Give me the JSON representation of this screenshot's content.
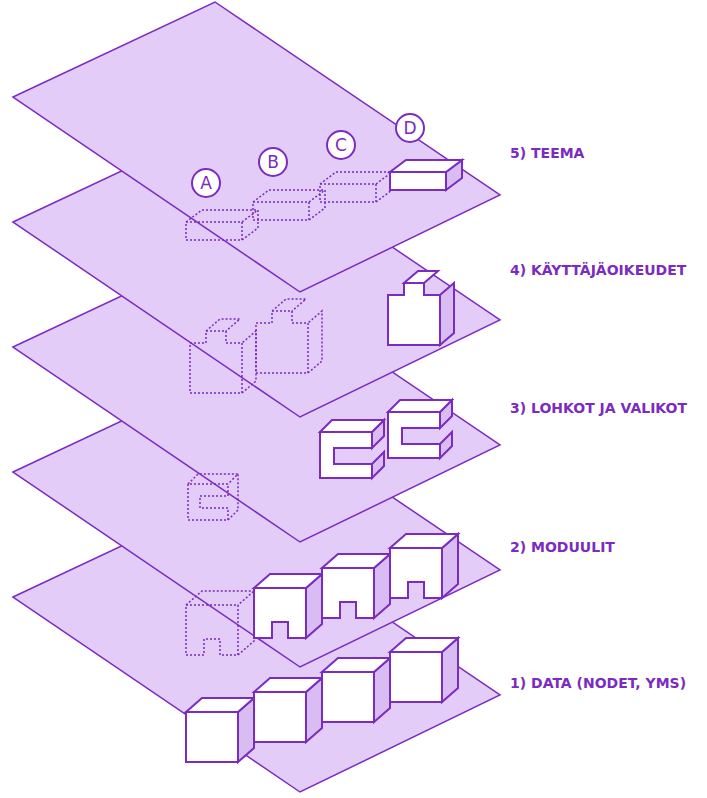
{
  "diagram": {
    "nodes": [
      {
        "text": [
          "A"
        ]
      },
      {
        "text": [
          "B"
        ]
      },
      {
        "text": [
          "C"
        ]
      },
      {
        "text": [
          "D"
        ]
      }
    ],
    "labels": [
      "5) TEEMA",
      "4) KÄYTTÄJÄOIKEUDET",
      "3) LOHKOT JA VALIKOT",
      "2) MODUULIT",
      "1) DATA (NODET, YMS)"
    ]
  }
}
